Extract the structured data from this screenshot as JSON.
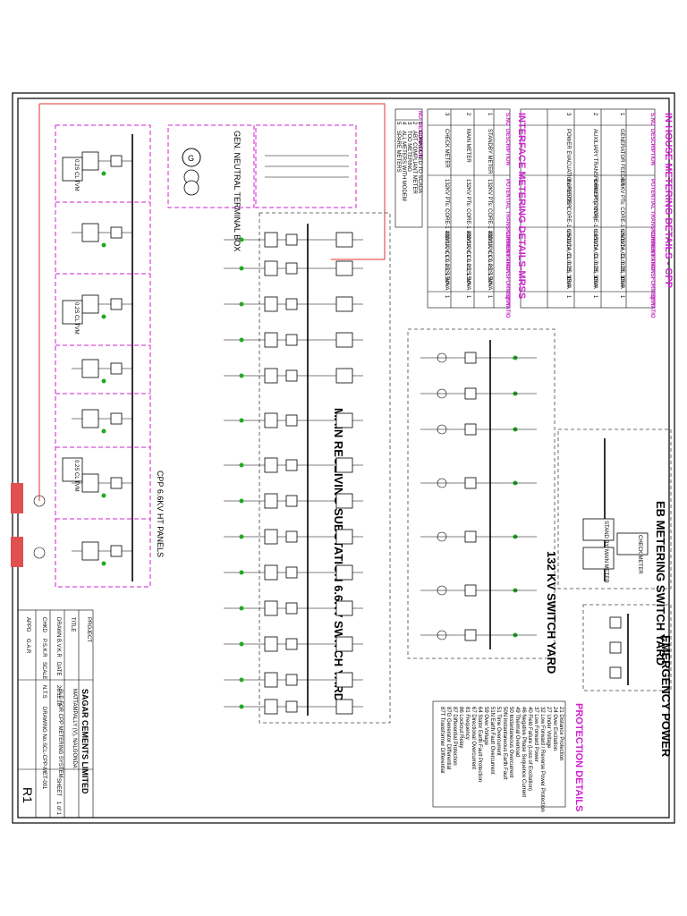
{
  "metering_cpp": {
    "title": "IN HOUSE METERING DETAILS - CPP",
    "headers": [
      "S.NO",
      "DESCRIPTION",
      "POTENTIAL TRANSFORMER RATIO",
      "CURRENT TRANSFORMER RATIO",
      "QTY"
    ],
    "rows": [
      [
        "1",
        "GENERATOR FEEDER",
        "6.6KV PTs: CORE-1 6.6/110V, CL 0.2S, 30VA",
        "2500/1A, CL 0.2S, 15VA",
        "1"
      ],
      [
        "2",
        "AUXILIARY TRANSFORMER (7MVA)",
        "6.6KV PTs: CORE-1 6.6/110V, CL 0.2S, 30VA",
        "1250/1A, CL 0.2S, 15VA",
        "1"
      ],
      [
        "3",
        "POWER EVACUATION FEEDER",
        "6.6KV PTs: CORE-1 6.6/110V, CL 0.2S, 30VA",
        "2500/1A, CL 0.2S, 15VA",
        "1"
      ]
    ]
  },
  "metering_mrss": {
    "title": "INTERFACE METERING DETAILS-MRSS",
    "headers": [
      "S.NO",
      "DESCRIPTION",
      "POTENTIAL TRANSFORMER RATIO",
      "CURRENT TRANSFORMER RATIO",
      "QTY"
    ],
    "rows": [
      [
        "1",
        "STANDBY METER",
        "132KV PTs: CORE-1 132/110V, CL 0.2S, 30VA",
        "400/1A, CL 0.2S, 15VA",
        "1"
      ],
      [
        "2",
        "MAIN METER",
        "132KV PTs: CORE-1 132/110V, CL 0.2S, 30VA",
        "400/1A, CL 0.2S, 15VA",
        "1"
      ],
      [
        "3",
        "CHECK METER",
        "132KV PTs: CORE-1 132/110V, CL 0.2S, 30VA",
        "400/1A, CL 0.2S, 15VA",
        "1"
      ]
    ]
  },
  "notes": {
    "headers": [
      "NO",
      "DESCRIPTION"
    ],
    "rows": [
      [
        "1",
        "CONNECTED TO SCADA"
      ],
      [
        "2",
        "ABT COMPLIANT METER"
      ],
      [
        "3",
        "TOD METERING"
      ],
      [
        "4",
        "ALL METERS WITH MODEM"
      ],
      [
        "5",
        "SPARE METERS"
      ]
    ]
  },
  "protection": {
    "title": "PROTECTION DETAILS",
    "items": [
      "21 Distance Protection",
      "24 Over Excitation",
      "27 Under Voltage",
      "32 Low Forward / Reverse Power Protection",
      "37 Low Forward Power",
      "40 Field Failure (Loss of Excitation)",
      "46 Negative Phase Sequence Current",
      "49 Thermal Overload",
      "50 Instantaneous Overcurrent",
      "50N Instantaneous Earth Fault",
      "51 Time Overcurrent",
      "51N Earth Fault Overcurrent",
      "59 Over Voltage",
      "64 Stator Earth Fault Protection",
      "67 Directional Overcurrent",
      "81 Frequency",
      "86 Lockout Relay",
      "87 Differential Protection",
      "87G Generator Differential",
      "87T Transformer Differential"
    ]
  },
  "labels": {
    "eb_metering": "EB METERING SWITCH YARD",
    "switchyard_132": "132 KV SWITCH YARD",
    "mrss": "MAIN RECEIVING SUBSTATION 6.6KV SWITCH YARD",
    "emergency": "EMERGENCY POWER",
    "cpp_panels": "CPP 6.6KV HT PANELS",
    "generator": "GEN. NEUTRAL TERMINAL BOX",
    "standby_meter": "STAND BY METER",
    "main_meter": "MAIN METER",
    "check_meter": "CHECK METER",
    "meter_rating": "0.2S CL TVM",
    "gen_symbol": "G"
  },
  "title_block": {
    "company": "SAGAR CEMENTS LIMITED",
    "company_sub": "MATTAMPALLY (V), NALGONDA",
    "title_label": "TITLE",
    "title": "SLD FOR CPP METERING SYSTEM",
    "project_label": "PROJECT",
    "drawn_label": "DRAWN",
    "drawn": "B.V.K.R",
    "date_label": "DATE",
    "date": "26.11.18",
    "checked_label": "CHKD",
    "checked": "P.S.K.R",
    "scale_label": "SCALE",
    "scale": "N.T.S",
    "approved_label": "APPD",
    "approved": "G.A.R",
    "drawing_no_label": "DRAWING No.",
    "drawing_no": "SCL-CPP-MET-001",
    "sheet_label": "SHEET",
    "sheet": "1 of 1",
    "rev": "R1"
  },
  "colors": {
    "accent": "#d020d0",
    "line_red": "#e03030",
    "ok_green": "#22aa22",
    "feeder_tag": "#e05050"
  }
}
